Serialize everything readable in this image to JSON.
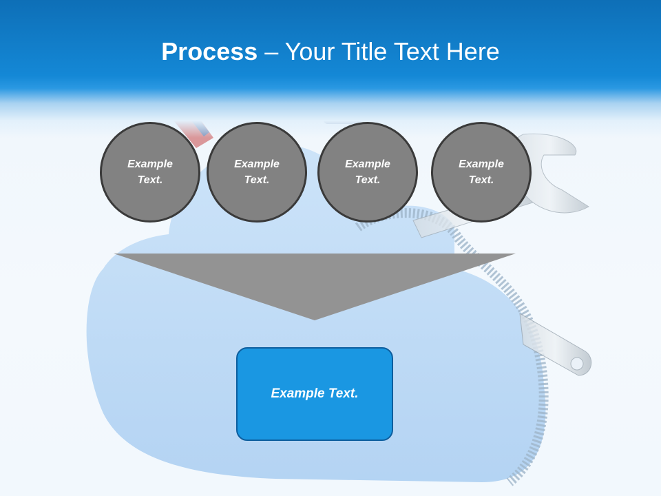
{
  "slide": {
    "title_bold": "Process",
    "title_rest": " – Your Title Text Here",
    "circles": [
      {
        "label": "Example\nText."
      },
      {
        "label": "Example\nText."
      },
      {
        "label": "Example\nText."
      },
      {
        "label": "Example\nText."
      }
    ],
    "result_label": "Example Text."
  },
  "colors": {
    "header": "#1488d6",
    "circle_fill": "#828282",
    "circle_border": "#3a3a3a",
    "funnel": "#939393",
    "result_fill": "#1a97e2",
    "cloud": "#b7d6f5"
  },
  "background_image": "cloud-with-zipper-and-tools"
}
